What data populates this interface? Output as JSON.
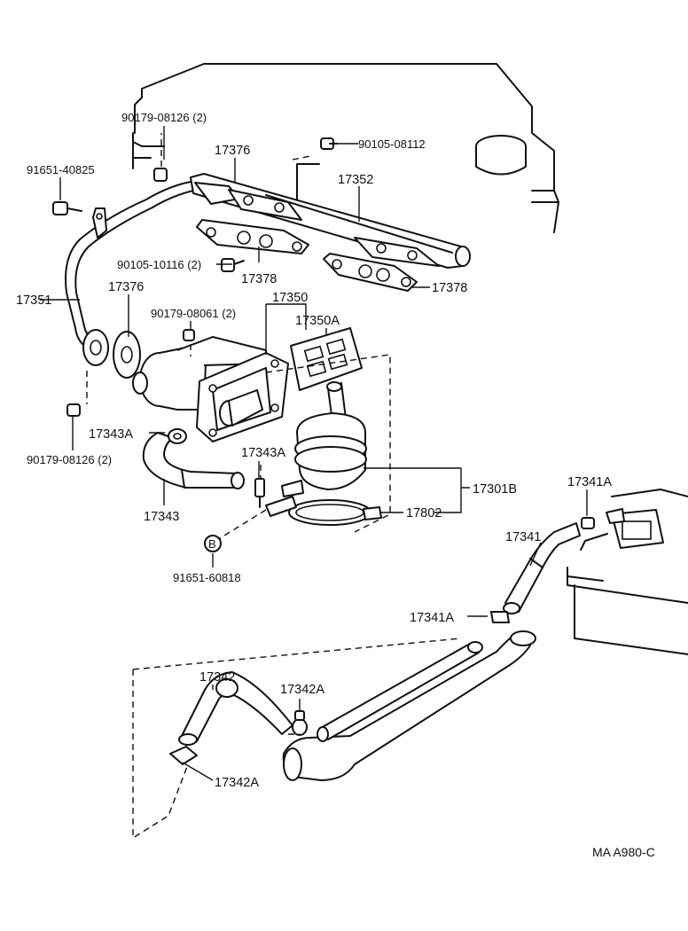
{
  "labels": {
    "p90179_08126_top": "90179-08126 (2)",
    "p90105_08112": "90105-08112",
    "p91651_40825": "91651-40825",
    "p17376_top": "17376",
    "p17352": "17352",
    "p90105_10116": "90105-10116 (2)",
    "p17378_a": "17378",
    "p17378_b": "17378",
    "p17351": "17351",
    "p17376_mid": "17376",
    "p17350": "17350",
    "p90179_08061": "90179-08061 (2)",
    "p17350A": "17350A",
    "p17343A_left": "17343A",
    "p17343A_mid": "17343A",
    "p90179_08126_bot": "90179-08126 (2)",
    "p17343": "17343",
    "p17301B": "17301B",
    "p17802": "17802",
    "p17341A_top": "17341A",
    "p17341": "17341",
    "circle_B": "B",
    "p91651_60818": "91651-60818",
    "p17341A_mid": "17341A",
    "p17342": "17342",
    "p17342A_right": "17342A",
    "p17342A_bot": "17342A",
    "figure_code": "MA A980-C"
  }
}
